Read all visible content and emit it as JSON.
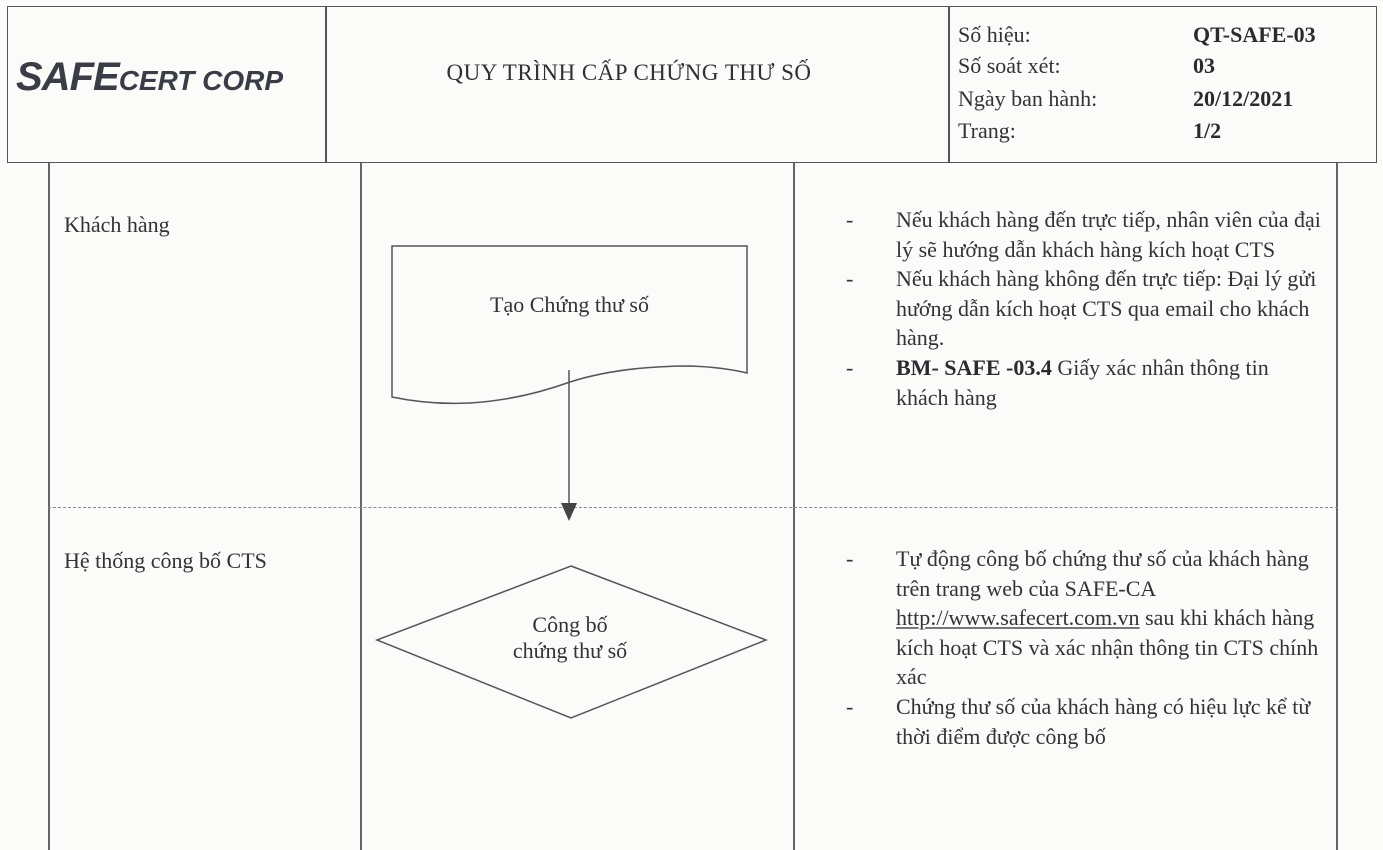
{
  "header": {
    "logo_safe": "SAFE",
    "logo_rest": "CERT CORP",
    "title": "QUY TRÌNH CẤP CHỨNG THƯ SỐ",
    "meta": [
      {
        "label": "Số hiệu:",
        "value": "QT-SAFE-03"
      },
      {
        "label": "Số soát xét:",
        "value": "03"
      },
      {
        "label": "Ngày ban hành:",
        "value": "20/12/2021"
      },
      {
        "label": "Trang:",
        "value": "1/2"
      }
    ]
  },
  "rows": [
    {
      "actor": "Khách hàng",
      "step": "Tạo Chứng thư số",
      "notes": [
        "Nếu khách hàng đến trực tiếp, nhân viên của đại lý sẽ hướng dẫn khách hàng kích hoạt CTS",
        "Nếu khách hàng không đến trực tiếp: Đại lý gửi hướng dẫn kích hoạt CTS qua email cho khách hàng."
      ],
      "form_code": "BM- SAFE -03.4",
      "form_text": " Giấy xác nhân thông tin khách hàng"
    },
    {
      "actor": "Hệ thống công bố CTS",
      "step_line1": "Công bố",
      "step_line2": "chứng thư số",
      "note1_before": "Tự động công bố chứng thư số của khách hàng trên trang web của SAFE-CA ",
      "note1_link": "http://www.safecert.com.vn",
      "note1_after": " sau khi khách hàng kích hoạt CTS và xác nhận thông tin CTS chính xác",
      "note2": "Chứng thư số của khách hàng có hiệu lực kể từ thời điểm được công bố"
    }
  ],
  "dash": "-"
}
